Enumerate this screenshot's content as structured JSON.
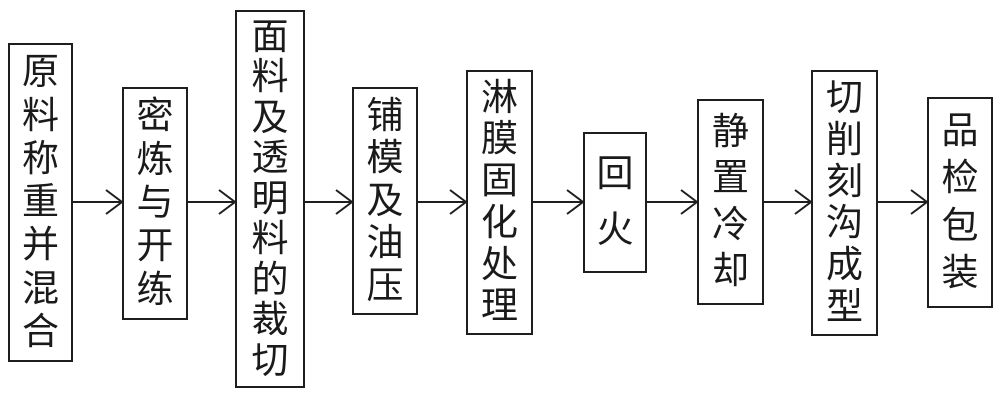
{
  "diagram": {
    "type": "flowchart",
    "orientation": "horizontal-left-to-right",
    "text_direction": "vertical",
    "colors": {
      "stroke": "#1e1e1e",
      "background": "#ffffff",
      "text": "#1a1a1a"
    },
    "steps": [
      {
        "label": "原料称重并混合"
      },
      {
        "label": "密炼与开练"
      },
      {
        "label": "面料及透明料的裁切"
      },
      {
        "label": "铺模及油压"
      },
      {
        "label": "淋膜固化处理"
      },
      {
        "label": "回火"
      },
      {
        "label": "静置冷却"
      },
      {
        "label": "切削刻沟成型"
      },
      {
        "label": "品检包装"
      }
    ]
  }
}
